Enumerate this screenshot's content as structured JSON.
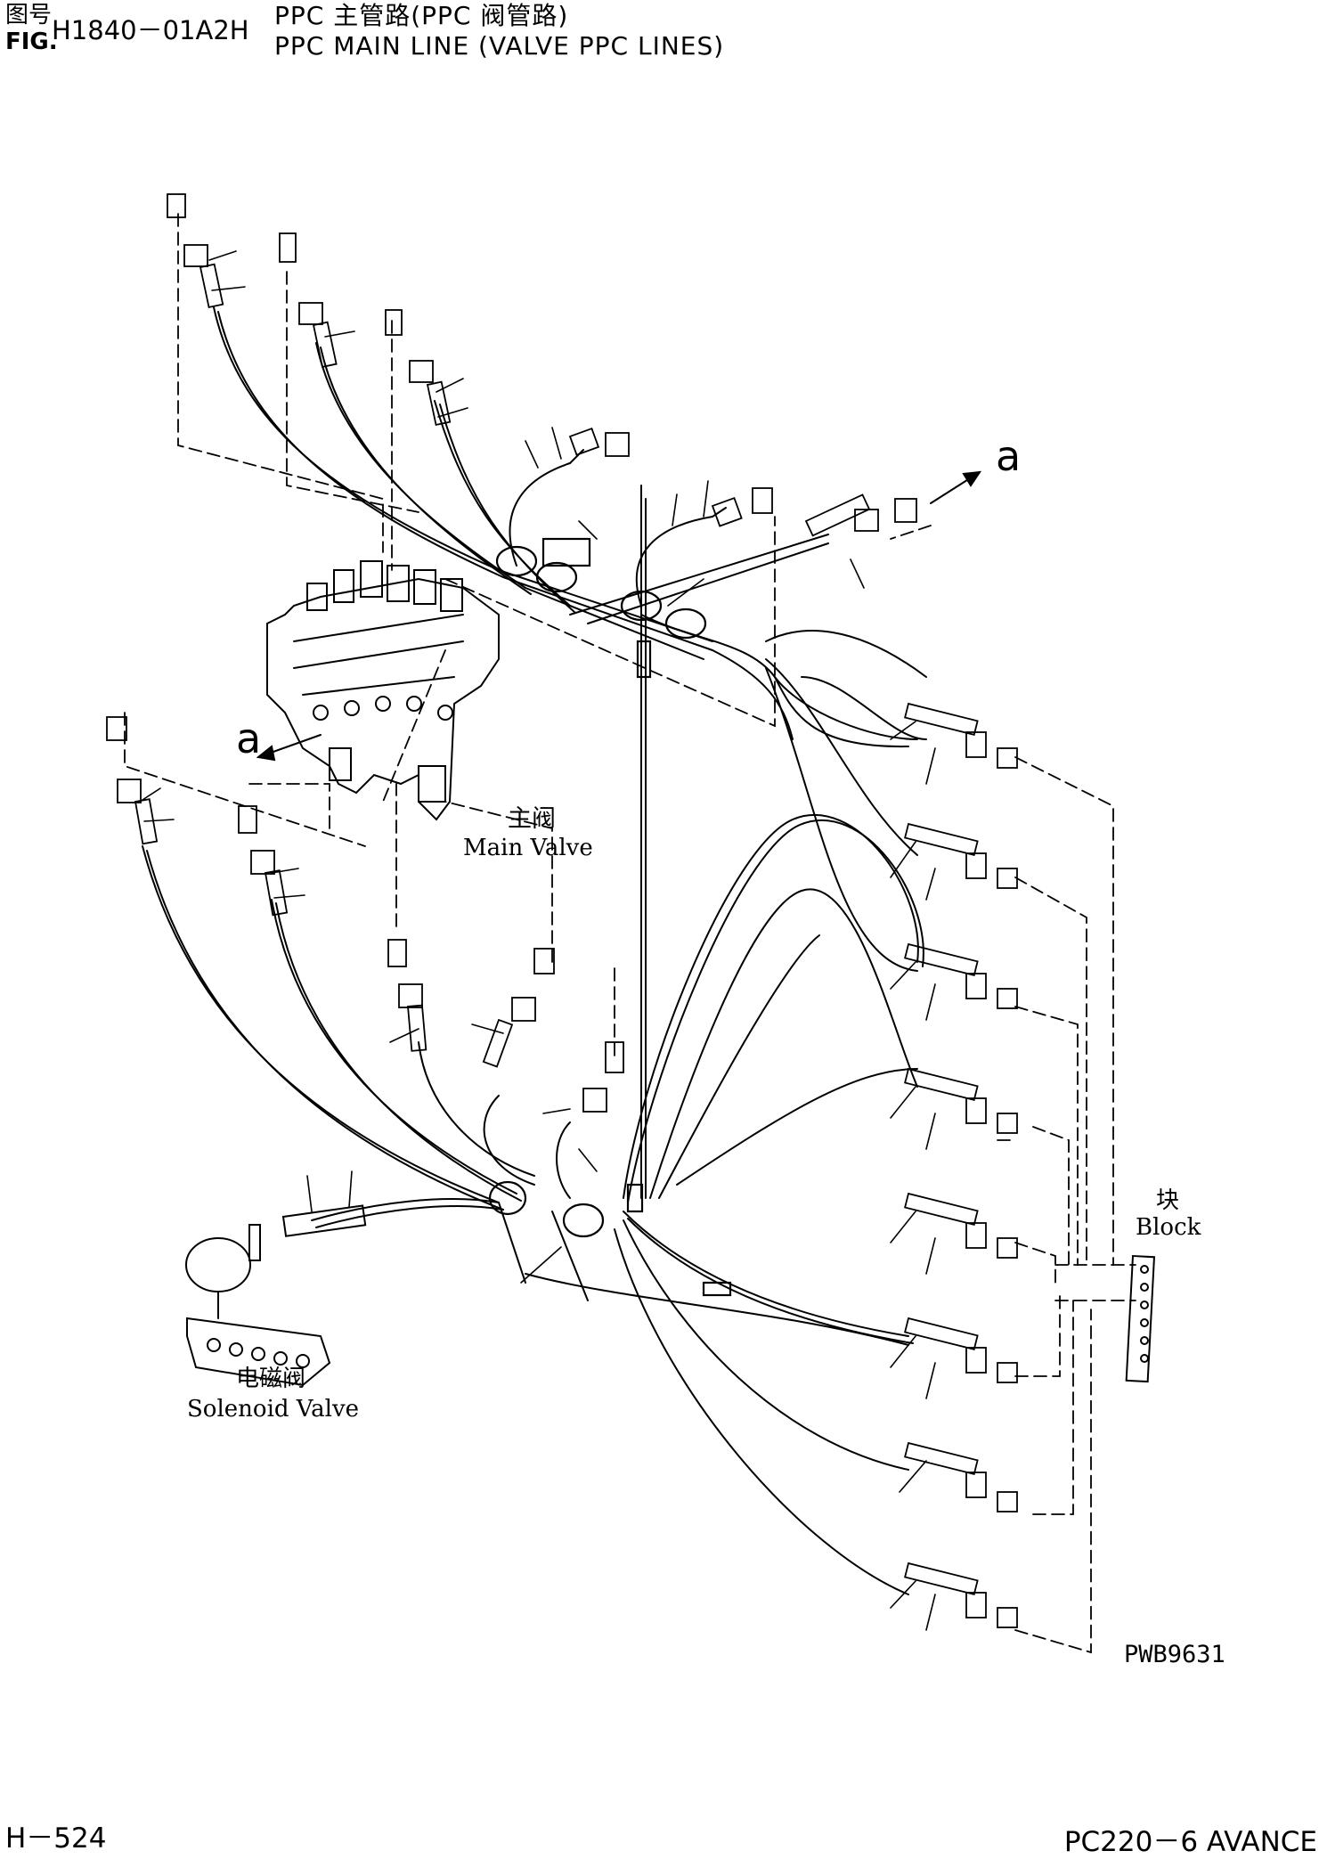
{
  "header": {
    "label_cn": "图号",
    "label_fig": "FIG.",
    "code": "H1840－01A2H",
    "title_cn": "PPC 主管路(PPC 阀管路)",
    "title_en": "PPC MAIN LINE (VALVE PPC LINES)"
  },
  "diagram": {
    "main_valve_cn": "主阀",
    "main_valve_en": "Main Valve",
    "solenoid_cn": "电磁阀",
    "solenoid_en": "Solenoid Valve",
    "block_cn": "块",
    "block_en": "Block",
    "view_marker": "a",
    "view_marker_2": "a",
    "drawing_no": "PWB9631"
  },
  "footer": {
    "page": "H－524",
    "model": "PC220－6 AVANCE"
  }
}
